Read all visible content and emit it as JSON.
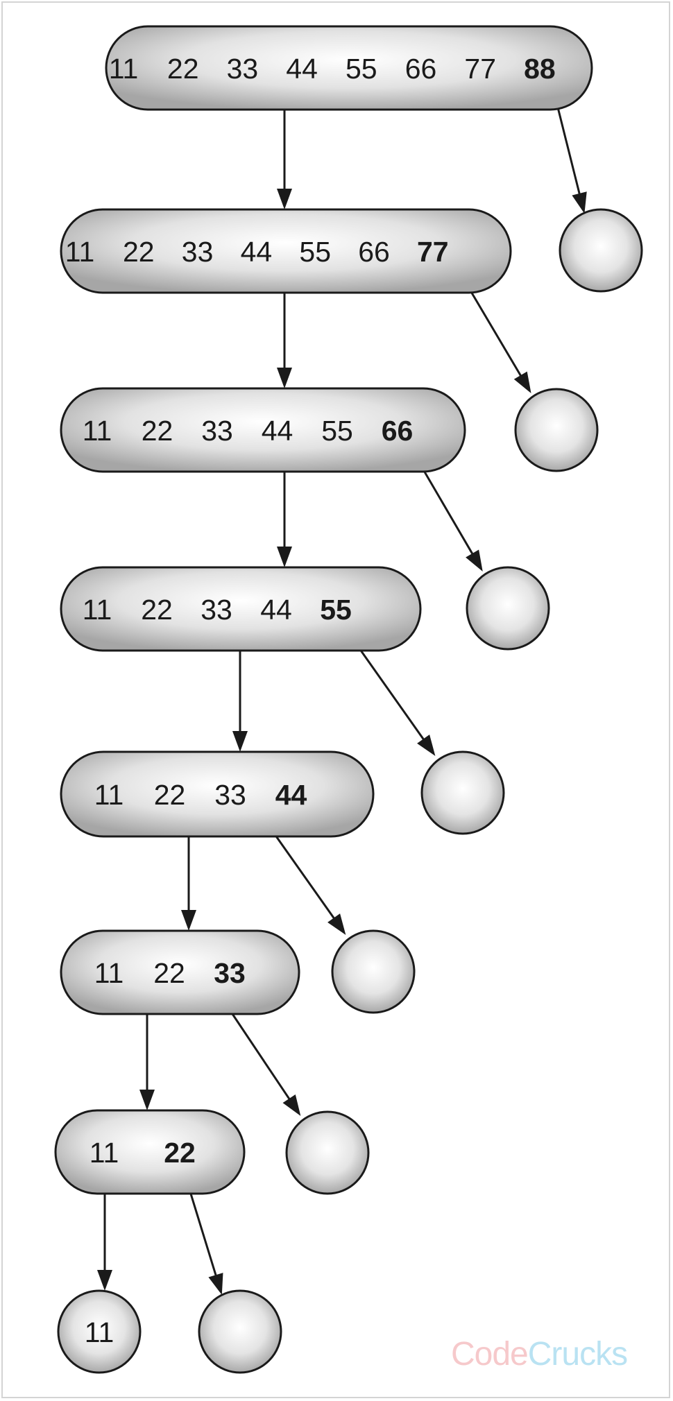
{
  "diagram": {
    "levels": [
      {
        "values": [
          "11",
          "22",
          "33",
          "44",
          "55",
          "66",
          "77",
          "88"
        ],
        "pivot": "88"
      },
      {
        "values": [
          "11",
          "22",
          "33",
          "44",
          "55",
          "66",
          "77"
        ],
        "pivot": "77"
      },
      {
        "values": [
          "11",
          "22",
          "33",
          "44",
          "55",
          "66"
        ],
        "pivot": "66"
      },
      {
        "values": [
          "11",
          "22",
          "33",
          "44",
          "55"
        ],
        "pivot": "55"
      },
      {
        "values": [
          "11",
          "22",
          "33",
          "44"
        ],
        "pivot": "44"
      },
      {
        "values": [
          "11",
          "22",
          "33"
        ],
        "pivot": "33"
      },
      {
        "values": [
          "11",
          "22"
        ],
        "pivot": "22"
      }
    ],
    "final_leaf": "11"
  },
  "watermark": {
    "part1": "Code",
    "part2": "Crucks"
  },
  "colors": {
    "stroke": "#1a1a1a",
    "fill_light": "#ffffff",
    "fill_dark": "#a6a6a6",
    "border": "#d4d4d4"
  }
}
